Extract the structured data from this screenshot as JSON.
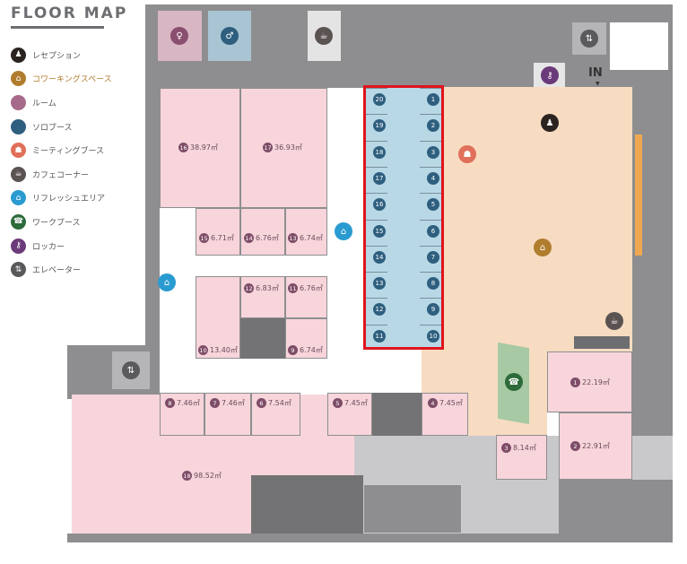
{
  "title": "FLOOR MAP",
  "legend": [
    {
      "label": "レセプション",
      "icon": "reception-icon",
      "color": "#2b2320",
      "glyph": "♟"
    },
    {
      "label": "コワーキングスペース",
      "icon": "coworking-icon",
      "color": "#b07d2e",
      "glyph": "⌂"
    },
    {
      "label": "ルーム",
      "icon": "room-icon",
      "color": "#a86a8a",
      "glyph": ""
    },
    {
      "label": "ソロブース",
      "icon": "solo-booth-icon",
      "color": "#2f5f7f",
      "glyph": ""
    },
    {
      "label": "ミーティングブース",
      "icon": "meeting-booth-icon",
      "color": "#e0705a",
      "glyph": "☗"
    },
    {
      "label": "カフェコーナー",
      "icon": "cafe-icon",
      "color": "#5a5352",
      "glyph": "☕"
    },
    {
      "label": "リフレッシュエリア",
      "icon": "refresh-area-icon",
      "color": "#2a9bd0",
      "glyph": "⌂"
    },
    {
      "label": "ワークブース",
      "icon": "work-booth-icon",
      "color": "#2d6b3a",
      "glyph": "☎"
    },
    {
      "label": "ロッカー",
      "icon": "locker-icon",
      "color": "#6b3a7a",
      "glyph": "⚷"
    },
    {
      "label": "エレベーター",
      "icon": "elevator-icon",
      "color": "#5a5a5c",
      "glyph": "⇅"
    }
  ],
  "entrance": "IN",
  "rooms": {
    "r1": {
      "no": "1",
      "area": "22.19㎡"
    },
    "r2": {
      "no": "2",
      "area": "22.91㎡"
    },
    "r3": {
      "no": "3",
      "area": "8.14㎡"
    },
    "r4": {
      "no": "4",
      "area": "7.45㎡"
    },
    "r5": {
      "no": "5",
      "area": "7.45㎡"
    },
    "r6": {
      "no": "6",
      "area": "7.54㎡"
    },
    "r7": {
      "no": "7",
      "area": "7.46㎡"
    },
    "r8": {
      "no": "8",
      "area": "7.46㎡"
    },
    "r9": {
      "no": "9",
      "area": "6.74㎡"
    },
    "r10": {
      "no": "10",
      "area": "13.40㎡"
    },
    "r11": {
      "no": "11",
      "area": "6.76㎡"
    },
    "r12": {
      "no": "12",
      "area": "6.83㎡"
    },
    "r13": {
      "no": "13",
      "area": "6.74㎡"
    },
    "r14": {
      "no": "14",
      "area": "6.76㎡"
    },
    "r15": {
      "no": "15",
      "area": "6.71㎡"
    },
    "r16": {
      "no": "16",
      "area": "38.97㎡"
    },
    "r17": {
      "no": "17",
      "area": "36.93㎡"
    },
    "r18": {
      "no": "18",
      "area": "98.52㎡"
    }
  },
  "solo_booths": {
    "left": [
      "20",
      "19",
      "18",
      "17",
      "16",
      "15",
      "14",
      "13",
      "12",
      "11"
    ],
    "right": [
      "1",
      "2",
      "3",
      "4",
      "5",
      "6",
      "7",
      "8",
      "9",
      "10"
    ]
  },
  "colors": {
    "highlight": "#e0141e",
    "solo_area": "#b8d8e6",
    "room": "#f7d5db",
    "coworking": "#f7dcc2"
  }
}
